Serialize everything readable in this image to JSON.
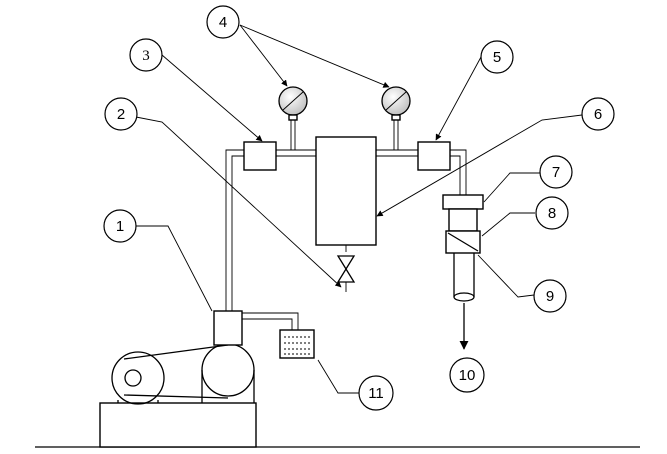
{
  "diagram": {
    "labels": {
      "l1": "1",
      "l2": "2",
      "l3": "3",
      "l4": "4",
      "l5": "5",
      "l6": "6",
      "l7": "7",
      "l8": "8",
      "l9": "9",
      "l10": "10",
      "l11": "11"
    },
    "colors": {
      "line": "#000000",
      "background": "#ffffff",
      "gauge_shade": "#bdbdbd"
    }
  }
}
